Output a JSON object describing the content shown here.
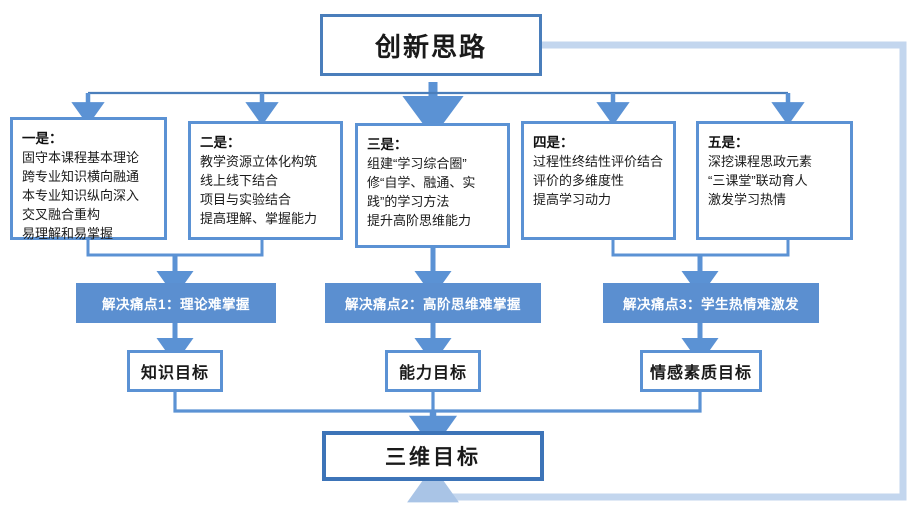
{
  "title": {
    "label": "创新思路"
  },
  "ideas": [
    {
      "head": "一是：",
      "body": "固守本课程基本理论\n跨专业知识横向融通\n本专业知识纵向深入\n交叉融合重构\n易理解和易掌握"
    },
    {
      "head": "二是：",
      "body": "教学资源立体化构筑\n线上线下结合\n项目与实验结合\n提高理解、掌握能力"
    },
    {
      "head": "三是：",
      "body": "组建“学习综合圈”\n修“自学、融通、实\n践”的学习方法\n提升高阶思维能力"
    },
    {
      "head": "四是：",
      "body": "过程性终结性评价结合\n评价的多维度性\n提高学习动力"
    },
    {
      "head": "五是：",
      "body": "深挖课程思政元素\n“三课堂”联动育人\n激发学习热情"
    }
  ],
  "pain_points": [
    {
      "label": "解决痛点1：理论难掌握"
    },
    {
      "label": "解决痛点2：高阶思维难掌握"
    },
    {
      "label": "解决痛点3：学生热情难激发"
    }
  ],
  "goals": [
    {
      "label": "知识目标"
    },
    {
      "label": "能力目标"
    },
    {
      "label": "情感素质目标"
    }
  ],
  "final": {
    "label": "三维目标"
  },
  "colors": {
    "connector": "#5b92d4",
    "bar_fill": "#5b8fd0",
    "box_border": "#5b92d4",
    "title_border": "#4a7ebb",
    "final_border": "#3d74b8",
    "feedback_loop": "#c3d6ee"
  }
}
